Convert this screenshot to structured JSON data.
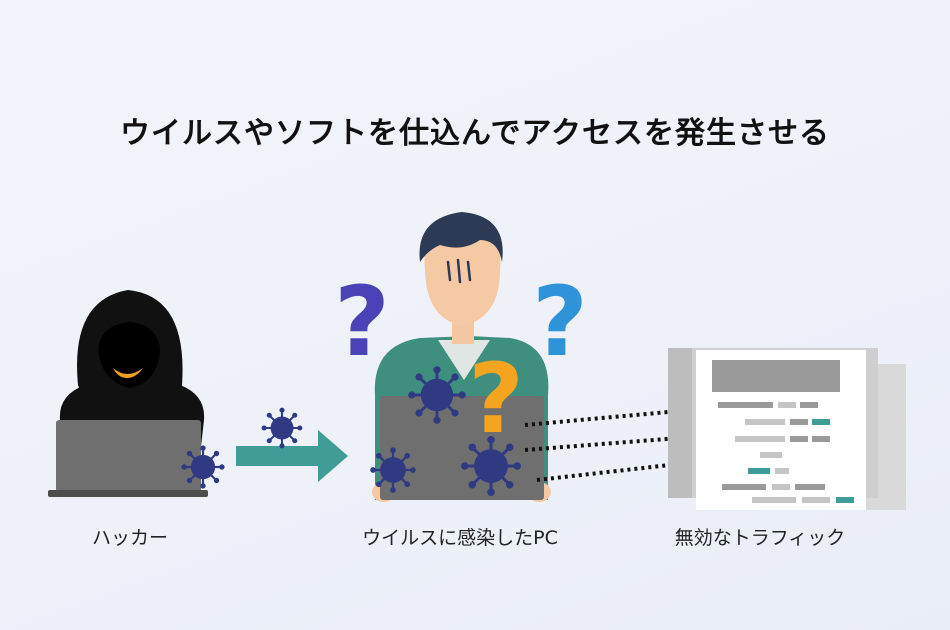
{
  "title": "ウイルスやソフトを仕込んでアクセスを発生させる",
  "captions": {
    "hacker": "ハッカー",
    "infected_pc": "ウイルスに感染したPC",
    "traffic": "無効なトラフィック"
  },
  "question_marks": [
    "?",
    "?",
    "?"
  ],
  "colors": {
    "virus": "#2f3a82",
    "arrow": "#3f9c96",
    "question_purple": "#4a43b8",
    "question_blue": "#2f93da",
    "question_orange": "#f4a41f",
    "laptop": "#6f6f6f",
    "shirt": "#3f8f7e"
  }
}
